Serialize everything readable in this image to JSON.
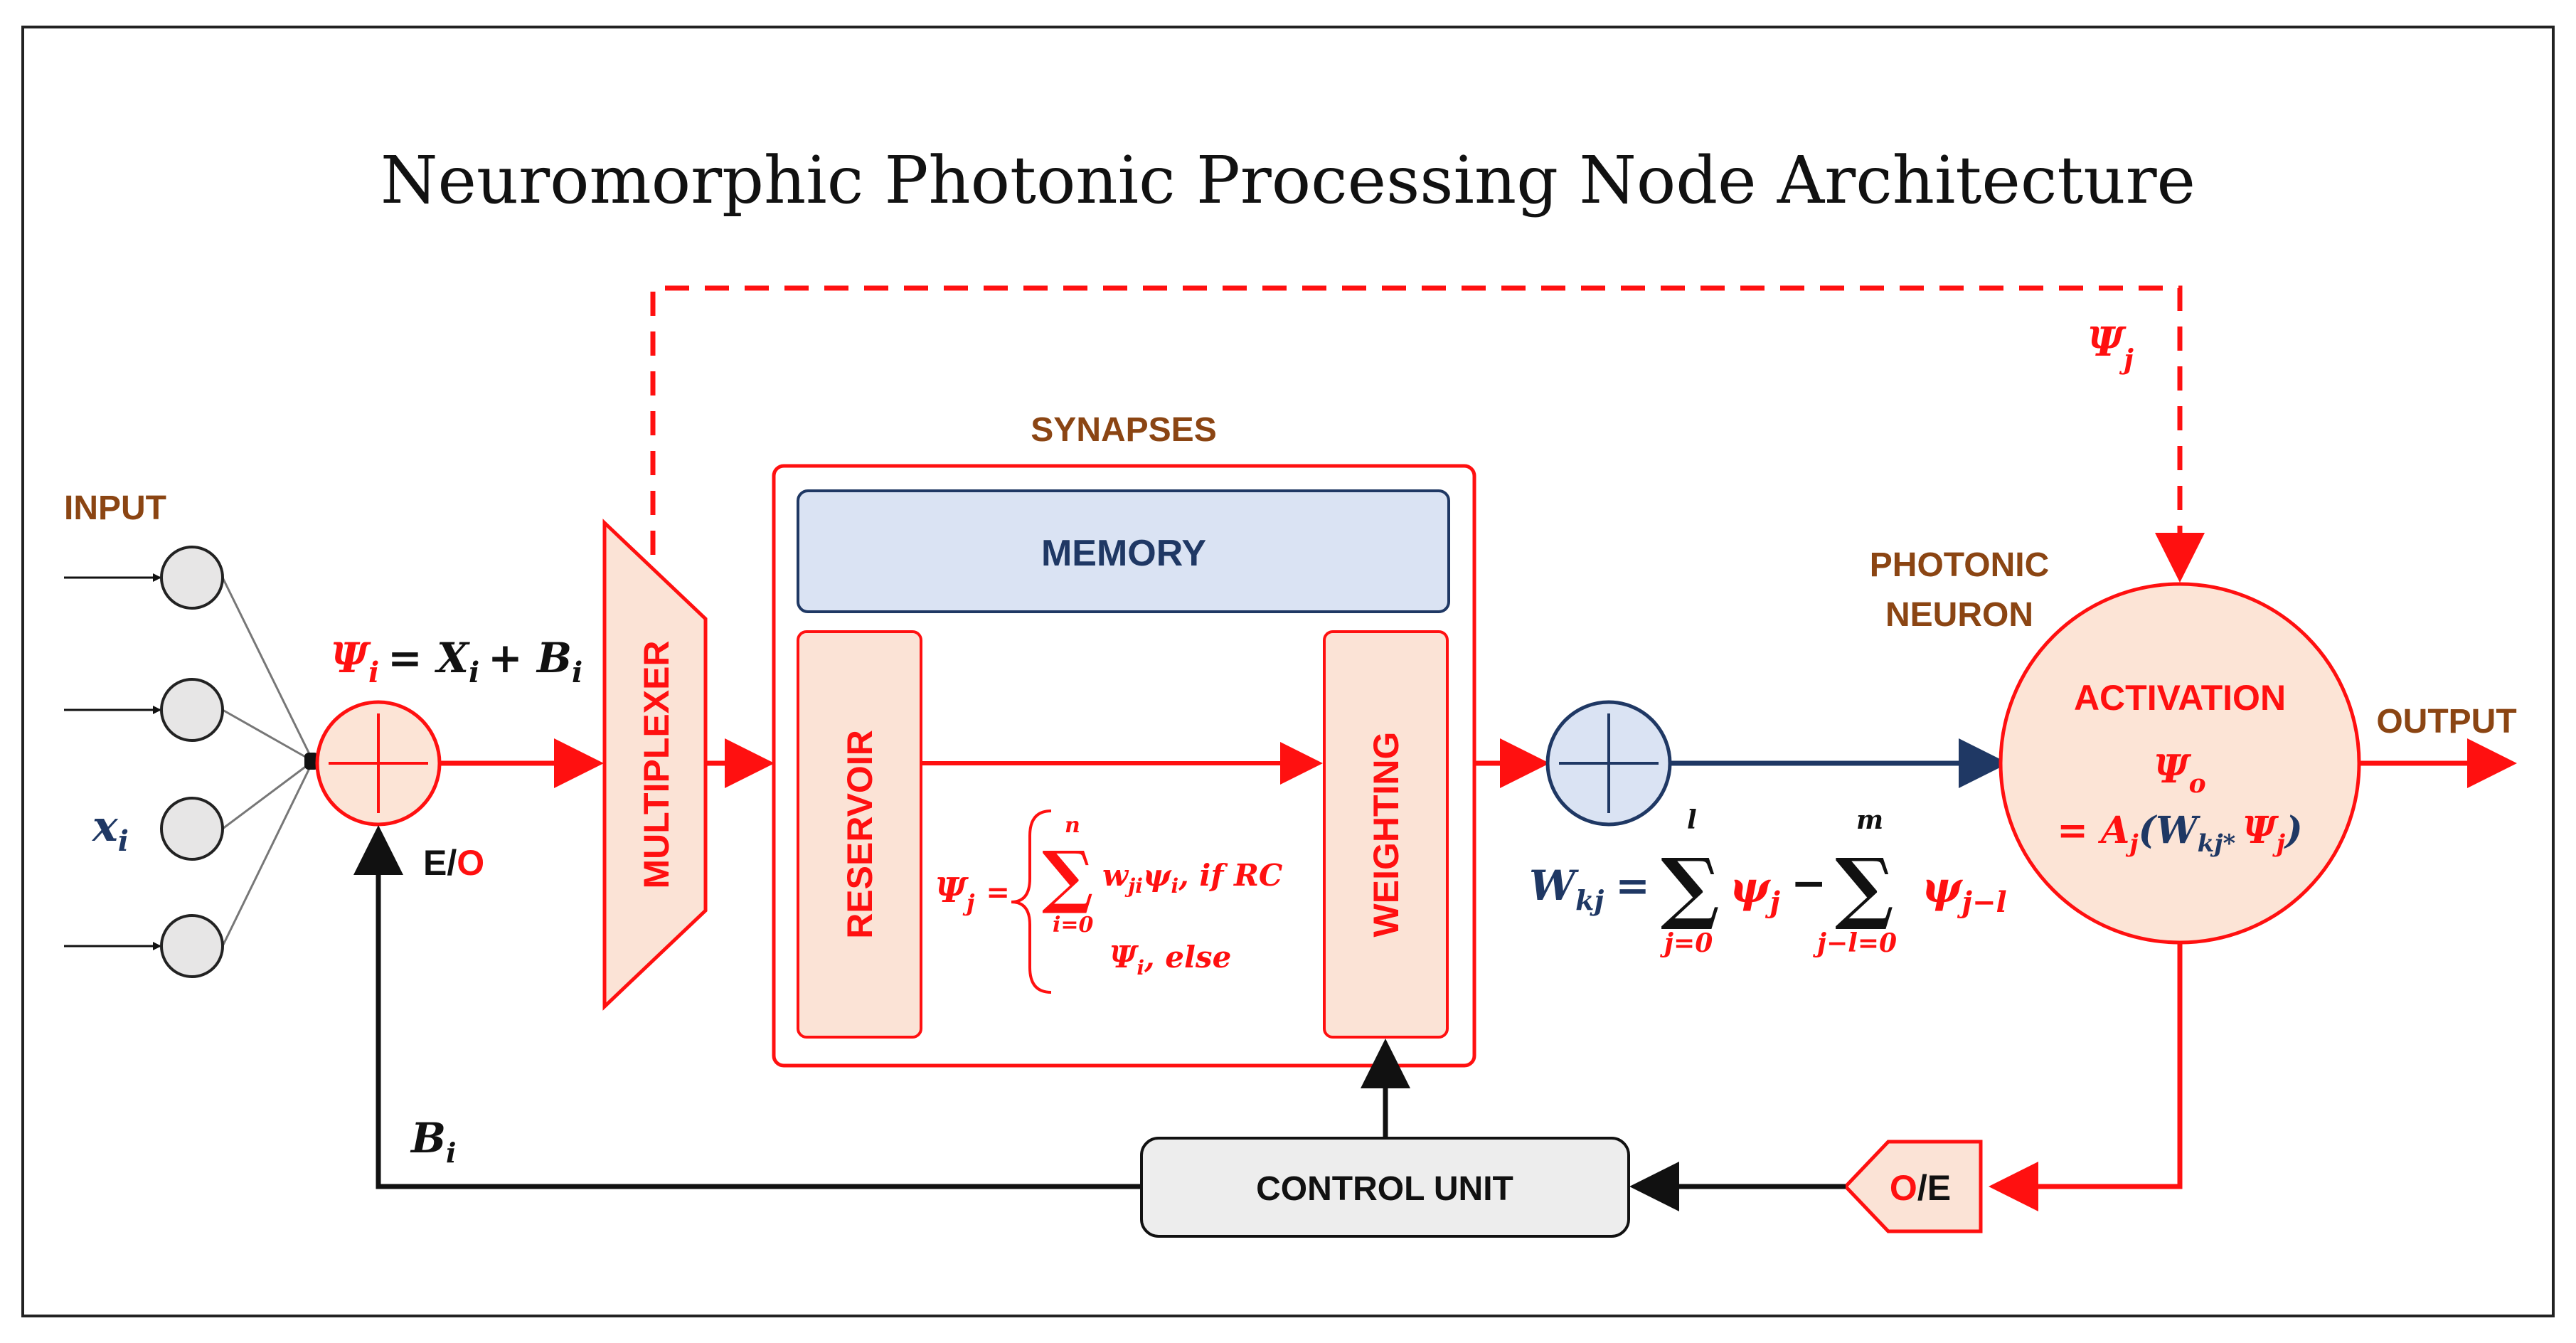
{
  "title": "Neuromorphic Photonic Processing Node Architecture",
  "labels": {
    "input": "INPUT",
    "synapses": "SYNAPSES",
    "memory": "MEMORY",
    "multiplexer": "MULTIPLEXER",
    "reservoir": "RESERVOIR",
    "weighting": "WEIGHTING",
    "photonic_neuron_line1": "PHOTONIC",
    "photonic_neuron_line2": "NEURON",
    "activation": "ACTIVATION",
    "output": "OUTPUT",
    "control_unit": "CONTROL UNIT",
    "eo_e": "E/",
    "eo_o": "O",
    "oe_o": "O",
    "oe_e": "/E"
  },
  "math": {
    "input_symbol": "x",
    "input_sub": "i",
    "psi_i_eq_left": "Ψ",
    "psi_i_sub": "i",
    "psi_i_eq_right": "= X",
    "psi_i_x_sub": "i",
    "psi_i_plus": "+ B",
    "psi_i_b_sub": "i",
    "psi_j_feedback": "Ψ",
    "psi_j_feedback_sub": "j",
    "b_i": "B",
    "b_i_sub": "i",
    "reservoir_eq_left": "Ψ",
    "reservoir_eq_left_sub": "j",
    "reservoir_eq_eq": "=",
    "reservoir_case1": "w",
    "reservoir_case1_sub": "ji",
    "reservoir_case1_psi": "ψ",
    "reservoir_case1_psi_sub": "i",
    "reservoir_case1_cond": ", if RC",
    "reservoir_case2": "Ψ",
    "reservoir_case2_sub": "i",
    "reservoir_case2_cond": ", else",
    "reservoir_sum_top": "n",
    "reservoir_sum_bottom": "i=0",
    "weight_lhs": "W",
    "weight_lhs_sub": "kj",
    "weight_eq": "=",
    "weight_sum1_top": "l",
    "weight_sum1_bottom": "j=0",
    "weight_term1": "ψ",
    "weight_term1_sub": "j",
    "weight_minus": "−",
    "weight_sum2_top": "m",
    "weight_sum2_bottom": "j−l=0",
    "weight_term2": "ψ",
    "weight_term2_sub": "j−l",
    "activation_psi": "Ψ",
    "activation_psi_sub": "o",
    "activation_eq_a": "= A",
    "activation_eq_a_sub": "j",
    "activation_paren_open": "(W",
    "activation_w_sub": "kj*",
    "activation_psi_j": "Ψ",
    "activation_psi_j_sub": "j",
    "activation_paren_close": ")"
  },
  "colors": {
    "red": "#FF1010",
    "navy": "#1F3864",
    "brown": "#8B4513",
    "peach_fill": "#FBE3D6",
    "peach_circle": "#FCE4D6",
    "blue_fill": "#DAE3F3",
    "grey_fill": "#EDEDED",
    "input_node_fill": "#E7E6E6"
  }
}
